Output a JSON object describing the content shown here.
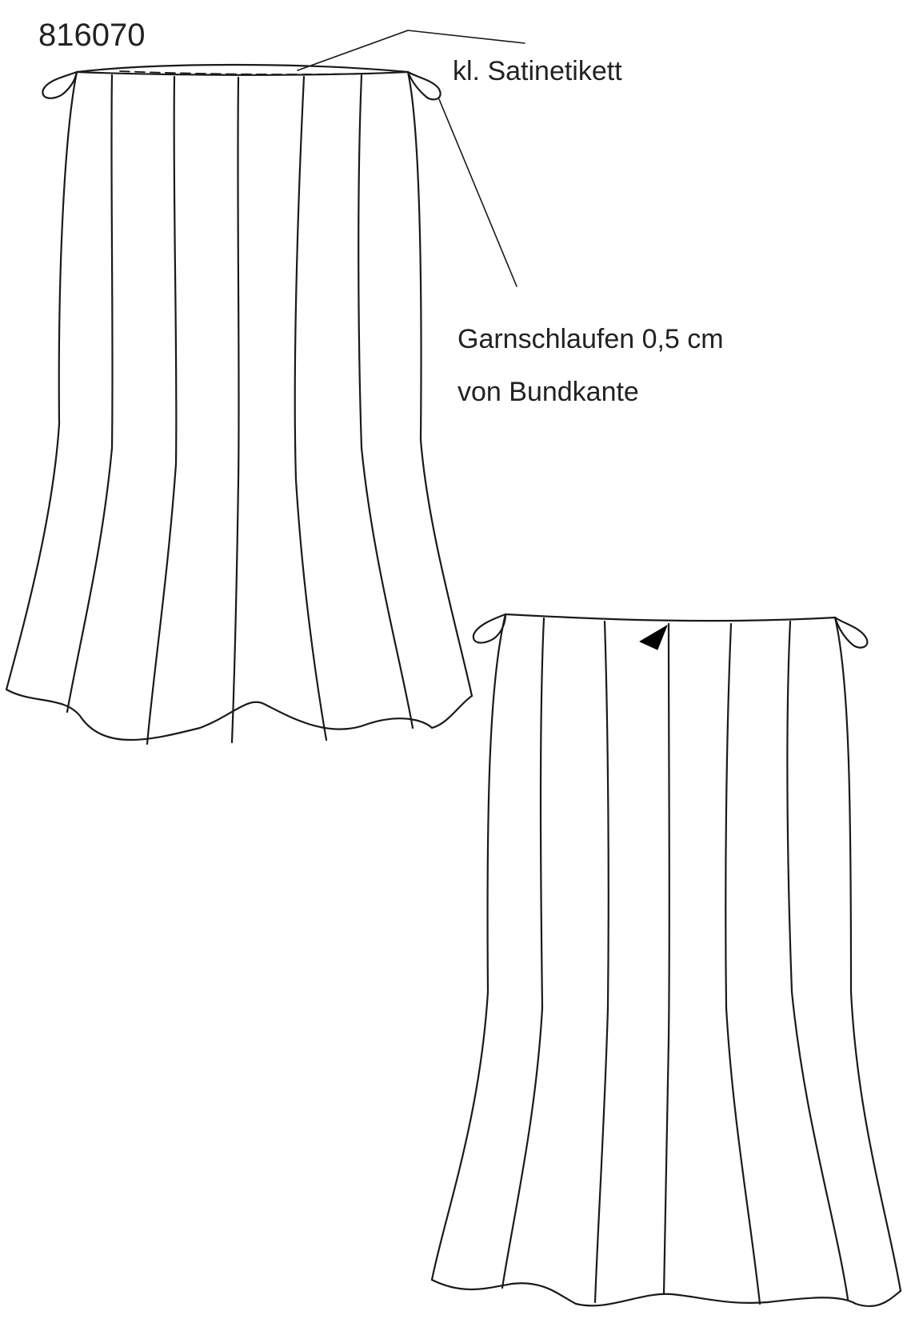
{
  "model_number": "816070",
  "annotations": {
    "satin_label": "kl. Satinetikett",
    "thread_loops_line1": "Garnschlaufen 0,5 cm",
    "thread_loops_line2": "von Bundkante"
  },
  "colors": {
    "line": "#1a1a1a",
    "text": "#222222",
    "background": "#ffffff"
  }
}
